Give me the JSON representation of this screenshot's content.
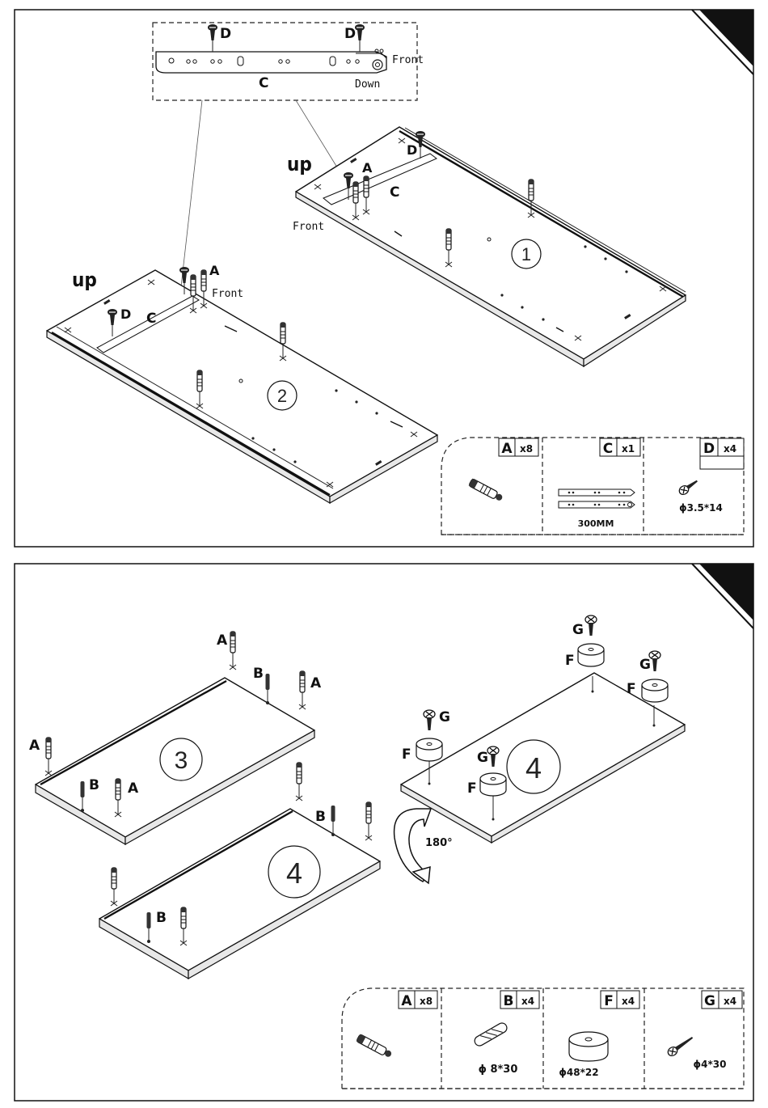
{
  "panel1": {
    "detail": {
      "top_left_label": "D",
      "top_right_label": "D",
      "slide_label": "C",
      "front_label": "Front",
      "down_label": "Down"
    },
    "board1": {
      "number": "1",
      "up_label": "up",
      "front_label": "Front",
      "label_A": "A",
      "label_C": "C",
      "label_D": "D"
    },
    "board2": {
      "number": "2",
      "up_label": "up",
      "front_label": "Front",
      "label_A": "A",
      "label_C": "C",
      "label_D": "D"
    },
    "parts": [
      {
        "letter": "A",
        "qty": "x8",
        "spec": "",
        "icon": "cam-dowel-icon"
      },
      {
        "letter": "C",
        "qty": "x1",
        "spec": "300MM",
        "icon": "drawer-slide-icon"
      },
      {
        "letter": "D",
        "qty": "x4",
        "spec": "ϕ3.5*14",
        "icon": "screw-icon"
      }
    ]
  },
  "panel2": {
    "board3": {
      "number": "3"
    },
    "board4a": {
      "number": "4"
    },
    "board4b": {
      "number": "4"
    },
    "rotate_label": "180°",
    "labels": {
      "A": "A",
      "B": "B",
      "F": "F",
      "G": "G"
    },
    "parts": [
      {
        "letter": "A",
        "qty": "x8",
        "spec": "",
        "icon": "cam-dowel-icon"
      },
      {
        "letter": "B",
        "qty": "x4",
        "spec": "ϕ 8*30",
        "icon": "wood-dowel-icon"
      },
      {
        "letter": "F",
        "qty": "x4",
        "spec": "ϕ48*22",
        "icon": "furniture-foot-icon"
      },
      {
        "letter": "G",
        "qty": "x4",
        "spec": "ϕ4*30",
        "icon": "screw-icon"
      }
    ]
  }
}
